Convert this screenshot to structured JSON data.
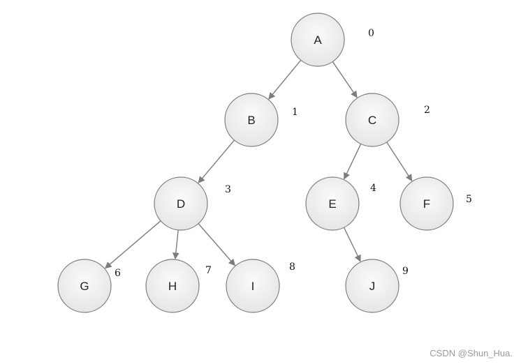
{
  "diagram": {
    "nodes": [
      {
        "id": "A",
        "label": "A",
        "index": "0"
      },
      {
        "id": "B",
        "label": "B",
        "index": "1"
      },
      {
        "id": "C",
        "label": "C",
        "index": "2"
      },
      {
        "id": "D",
        "label": "D",
        "index": "3"
      },
      {
        "id": "E",
        "label": "E",
        "index": "4"
      },
      {
        "id": "F",
        "label": "F",
        "index": "5"
      },
      {
        "id": "G",
        "label": "G",
        "index": "6"
      },
      {
        "id": "H",
        "label": "H",
        "index": "7"
      },
      {
        "id": "I",
        "label": "I",
        "index": "8"
      },
      {
        "id": "J",
        "label": "J",
        "index": "9"
      }
    ],
    "edges": [
      {
        "from": "A",
        "to": "B"
      },
      {
        "from": "A",
        "to": "C"
      },
      {
        "from": "B",
        "to": "D"
      },
      {
        "from": "C",
        "to": "E"
      },
      {
        "from": "C",
        "to": "F"
      },
      {
        "from": "D",
        "to": "G"
      },
      {
        "from": "D",
        "to": "H"
      },
      {
        "from": "D",
        "to": "I"
      },
      {
        "from": "E",
        "to": "J"
      }
    ]
  },
  "colors": {
    "node_fill": "#eeeeee",
    "node_stroke": "#7d7d7d",
    "edge": "#7d7d7d"
  },
  "watermark": "CSDN @Shun_Hua."
}
